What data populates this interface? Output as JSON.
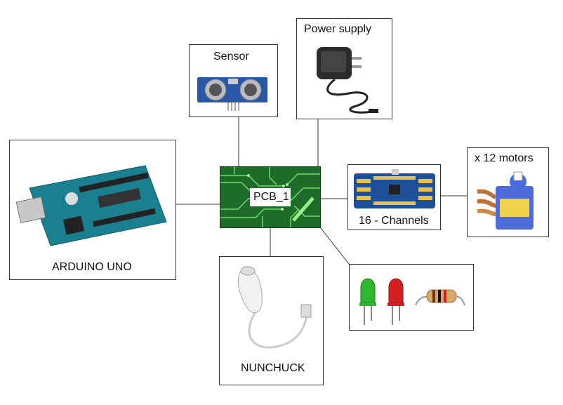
{
  "diagram": {
    "center": {
      "label": "PCB_1",
      "icon": "pcb-icon"
    },
    "nodes": [
      {
        "id": "sensor",
        "label": "Sensor",
        "icon": "ultrasonic-sensor-icon"
      },
      {
        "id": "power",
        "label": "Power supply",
        "icon": "power-adapter-icon"
      },
      {
        "id": "arduino",
        "label": "ARDUINO UNO",
        "icon": "arduino-board-icon"
      },
      {
        "id": "channels",
        "label": "16 - Channels",
        "icon": "servo-driver-board-icon"
      },
      {
        "id": "motors",
        "label": "x 12 motors",
        "icon": "servo-motor-icon"
      },
      {
        "id": "nunchuck",
        "label": "NUNCHUCK",
        "icon": "nunchuck-controller-icon"
      },
      {
        "id": "leds",
        "label": "",
        "icon": "leds-resistor-icon"
      }
    ],
    "colors": {
      "pcb": "#1e6b2a",
      "trace": "#6fdc6a",
      "board": "#1a7f8f",
      "servo": "#3b5bd6",
      "driver": "#1d4f9a"
    }
  }
}
